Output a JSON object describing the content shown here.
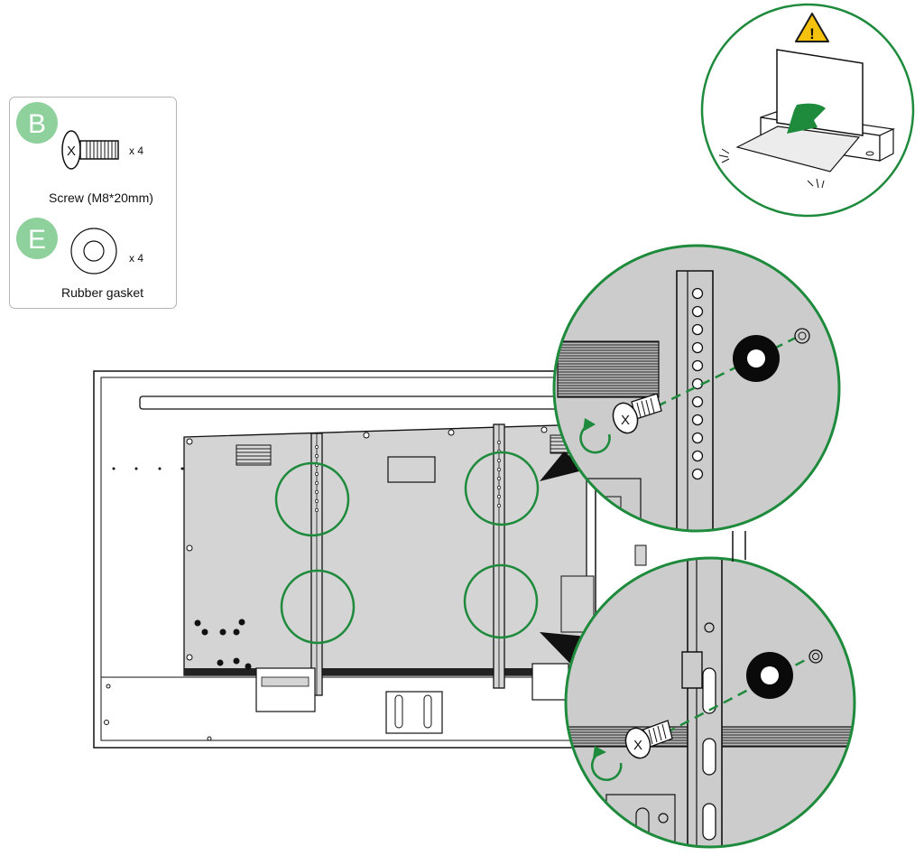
{
  "parts": [
    {
      "letter": "B",
      "qty": "x 4",
      "name": "Screw (M8*20mm)"
    },
    {
      "letter": "E",
      "qty": "x 4",
      "name": "Rubber gasket"
    }
  ],
  "screw_mark": "X",
  "warning_symbol": "!",
  "colors": {
    "accent_green": "#1e8a3c",
    "badge_green": "#8fd19c",
    "warning_yellow": "#f4c20d",
    "panel_gray": "#d4d4d4",
    "inset_gray": "#cccccc",
    "line": "#111111"
  },
  "icons": [
    "screw-icon",
    "washer-icon",
    "warning-icon",
    "rotate-arrow-icon",
    "down-arrow-icon"
  ]
}
